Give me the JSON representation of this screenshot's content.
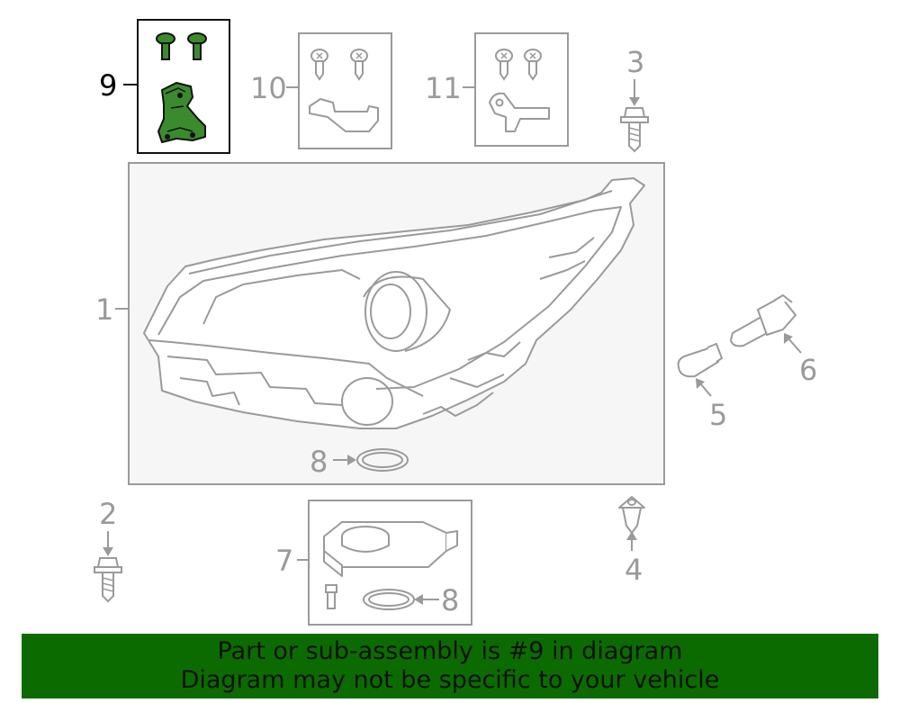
{
  "colors": {
    "line": "#9a9a9a",
    "highlight": "#3b8a2e",
    "banner": "#0b6b00",
    "banner_text": "#111111"
  },
  "callouts": [
    "1",
    "2",
    "3",
    "4",
    "5",
    "6",
    "7",
    "8",
    "8",
    "9",
    "10",
    "11"
  ],
  "highlight_callout": "9",
  "banner": {
    "line1": "Part or sub-assembly is #9 in diagram",
    "line2": "Diagram may not be specific to your vehicle"
  }
}
